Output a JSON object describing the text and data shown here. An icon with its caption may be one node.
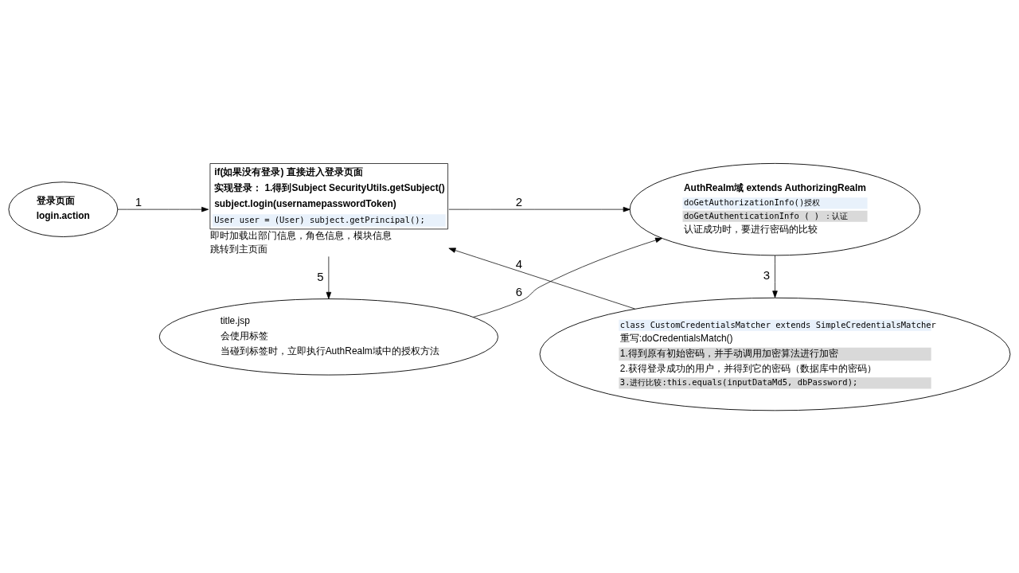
{
  "diagram": {
    "nodes": [
      {
        "text": [
          "登录页面",
          "login.action"
        ]
      },
      {
        "text": [
          "if(如果没有登录) 直接进入登录页面",
          "实现登录： 1.得到Subject SecurityUtils.getSubject()",
          "subject.login(usernamepasswordToken)",
          "User user = (User) subject.getPrincipal();"
        ],
        "beside": [
          "即时加载出部门信息，角色信息，模块信息",
          "跳转到主页面"
        ]
      },
      {
        "text": [
          "AuthRealm域 extends AuthorizingRealm",
          "doGetAuthorizationInfo()授权",
          "doGetAuthenticationInfo ( ) ：认证",
          "认证成功时，要进行密码的比较"
        ]
      },
      {
        "text": [
          "class CustomCredentialsMatcher extends SimpleCredentialsMatcher",
          "重写:doCredentialsMatch()",
          "1.得到原有初始密码，并手动调用加密算法进行加密",
          "2.获得登录成功的用户，并得到它的密码（数据库中的密码）",
          "3.进行比较:this.equals(inputDataMd5, dbPassword);"
        ]
      },
      {
        "text": [
          "title.jsp",
          "会使用标签",
          "当碰到标签时，立即执行AuthRealm域中的授权方法"
        ]
      }
    ],
    "edges": [
      {
        "from": 0,
        "to": 1,
        "arrow": "to",
        "label": "1"
      },
      {
        "from": 1,
        "to": 2,
        "arrow": "to",
        "label": "2"
      },
      {
        "from": 2,
        "to": 3,
        "arrow": "to",
        "label": "3"
      },
      {
        "from": 3,
        "to": 1,
        "arrow": "to",
        "label": "4"
      },
      {
        "from": 1,
        "to": 4,
        "arrow": "to",
        "label": "5"
      },
      {
        "from": 4,
        "to": 2,
        "arrow": "to",
        "label": "6"
      }
    ]
  }
}
